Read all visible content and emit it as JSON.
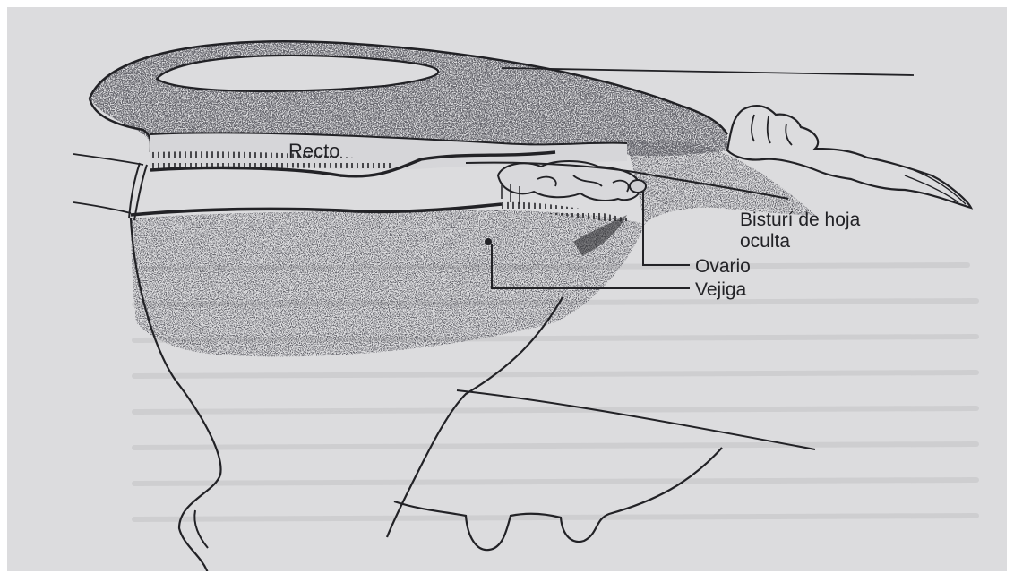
{
  "figure": {
    "labels": {
      "rectum": "Recto",
      "scalpel_line1": "Bisturí de hoja",
      "scalpel_line2": "oculta",
      "ovary": "Ovario",
      "bladder": "Vejiga"
    },
    "colors": {
      "paper": "#dcdcde",
      "ink": "#222226",
      "border": "#ffffff"
    }
  }
}
